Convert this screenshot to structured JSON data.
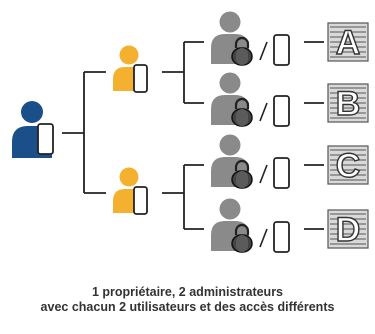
{
  "colors": {
    "owner": "#1b4f8a",
    "admin": "#f4b02f",
    "user": "#8a8a8a",
    "line": "#222222"
  },
  "icons": {
    "owner": "person-with-phone-icon",
    "admin": "person-with-phone-icon",
    "user": "person-with-lock-and-phone-icon",
    "resource": "striped-document-icon"
  },
  "resources": [
    "A",
    "B",
    "C",
    "D"
  ],
  "caption": {
    "line1": "1 propriétaire, 2 administrateurs",
    "line2": "avec chacun 2 utilisateurs et des accès différents"
  }
}
